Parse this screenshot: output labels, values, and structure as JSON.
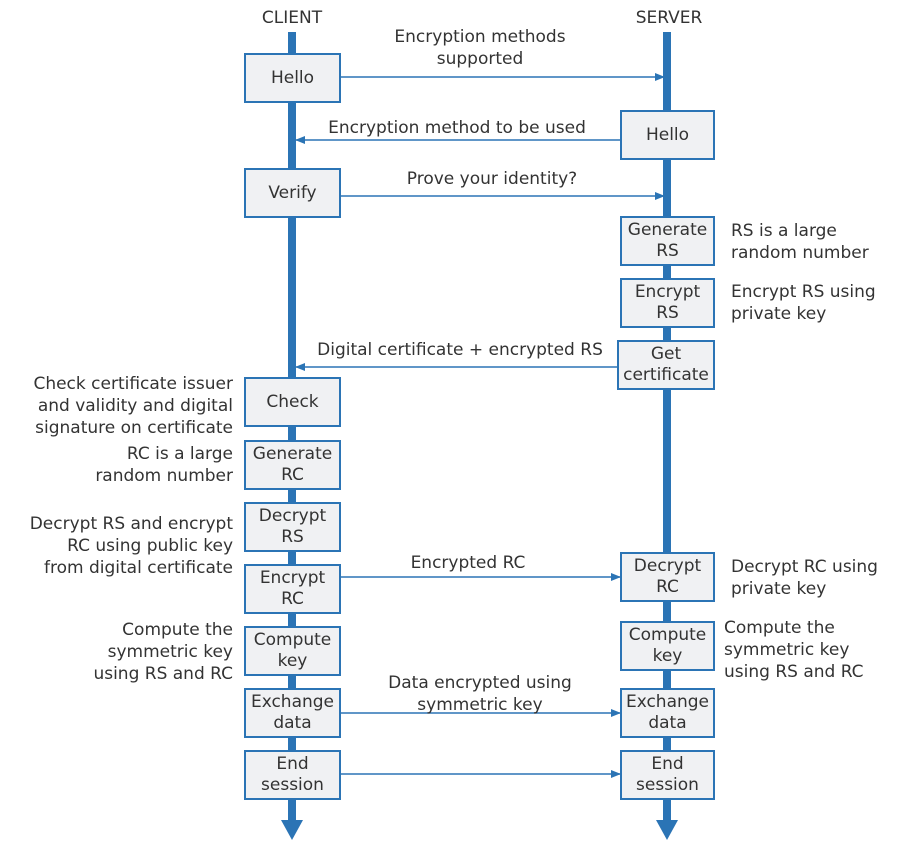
{
  "actors": {
    "client": "CLIENT",
    "server": "SERVER"
  },
  "colors": {
    "accent": "#2b74b5",
    "box_fill": "#f0f1f3",
    "text": "#333333"
  },
  "client_boxes": [
    "Hello",
    "Verify",
    "Check",
    "Generate\nRC",
    "Decrypt\nRS",
    "Encrypt\nRC",
    "Compute\nkey",
    "Exchange\ndata",
    "End\nsession"
  ],
  "server_boxes": [
    "Hello",
    "Generate\nRS",
    "Encrypt\nRS",
    "Get\ncertificate",
    "Decrypt\nRC",
    "Compute\nkey",
    "Exchange\ndata",
    "End\nsession"
  ],
  "messages": [
    "Encryption methods\nsupported",
    "Encryption method to be used",
    "Prove your identity?",
    "Digital certificate +  encrypted RS",
    "Encrypted RC",
    "Data encrypted using\nsymmetric key"
  ],
  "client_notes": [
    "Check certificate issuer\nand validity and digital\nsignature on certificate",
    "RC is a large\nrandom number",
    "Decrypt RS and encrypt\nRC using public key\nfrom digital certificate",
    "Compute the\nsymmetric key\nusing RS and RC"
  ],
  "server_notes": [
    "RS is a large\nrandom number",
    "Encrypt RS using\nprivate key",
    "Decrypt RC using\nprivate key",
    "Compute the\nsymmetric key\nusing RS and RC"
  ]
}
